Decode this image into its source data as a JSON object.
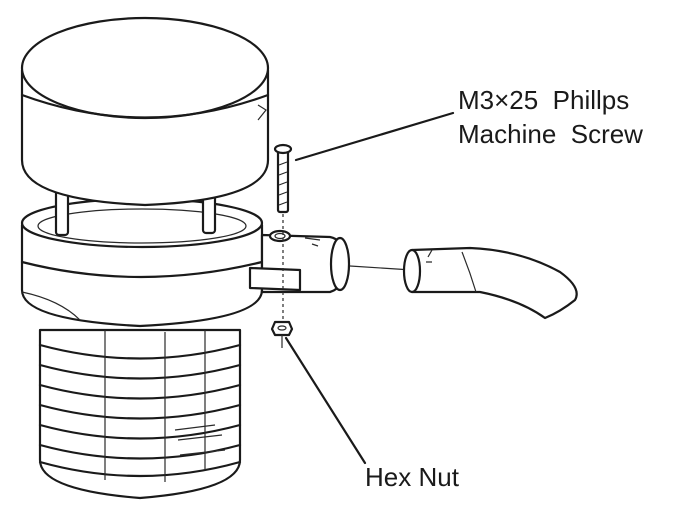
{
  "labels": {
    "screw_line1": "M3×25  Phillps",
    "screw_line2": "Machine  Screw",
    "hex_nut": "Hex Nut"
  },
  "parts": [
    "solar-shield-assembly",
    "mounting-bracket",
    "machine-screw",
    "hex-nut",
    "mounting-arm"
  ]
}
